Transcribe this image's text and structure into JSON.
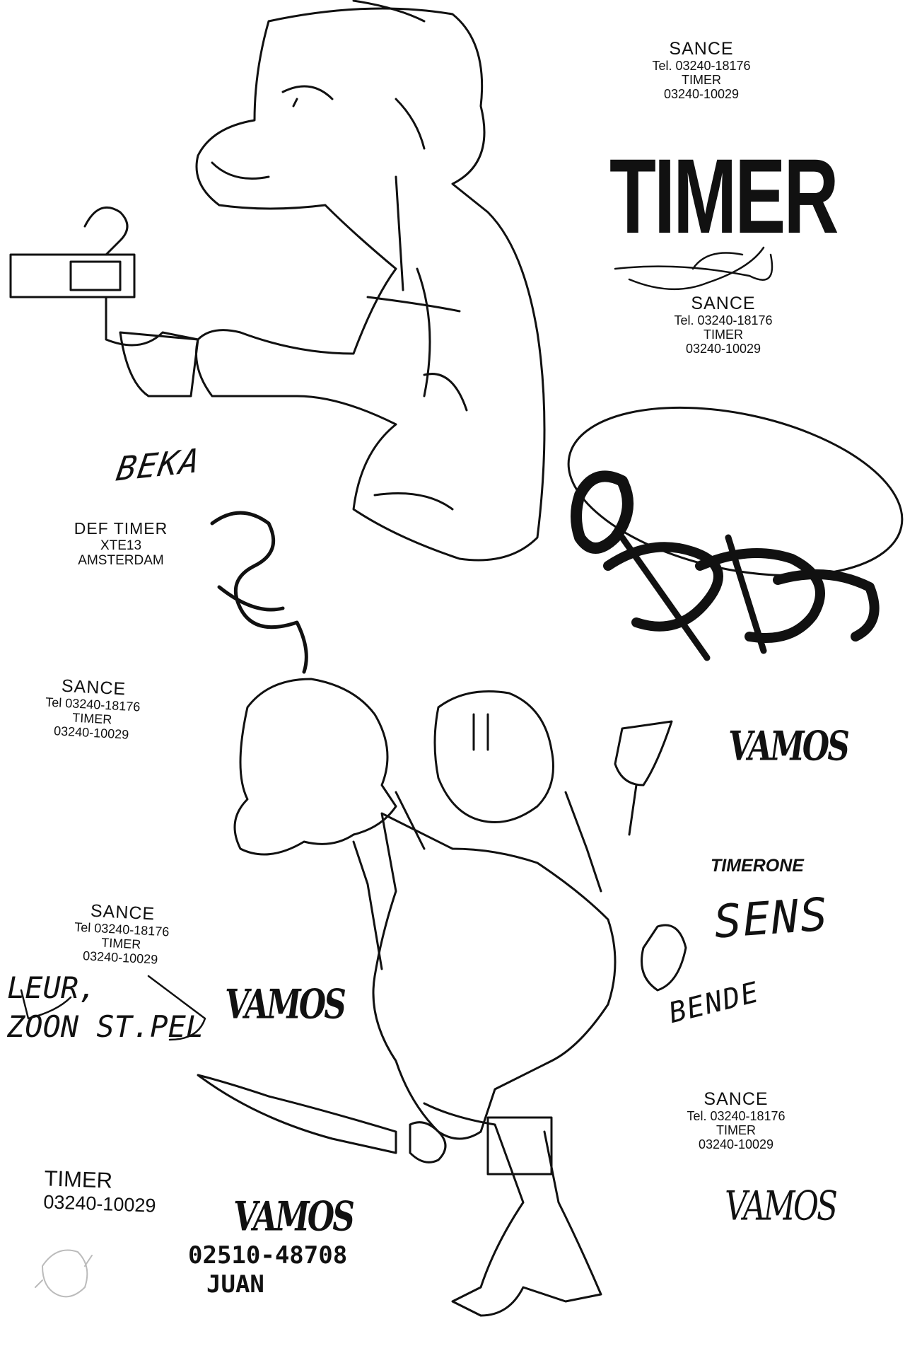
{
  "contact_blocks": [
    {
      "name": "SANCE",
      "tel": "Tel. 03240-18176",
      "alias": "TIMER",
      "phone": "03240-10029"
    },
    {
      "name": "SANCE",
      "tel": "Tel. 03240-18176",
      "alias": "TIMER",
      "phone": "03240-10029"
    },
    {
      "name": "SANCE",
      "tel": "Tel 03240-18176",
      "alias": "TIMER",
      "phone": "03240-10029"
    },
    {
      "name": "SANCE",
      "tel": "Tel 03240-18176",
      "alias": "TIMER",
      "phone": "03240-10029"
    },
    {
      "name": "SANCE",
      "tel": "Tel. 03240-18176",
      "alias": "TIMER",
      "phone": "03240-10029"
    }
  ],
  "headline": "TIMER",
  "def_timer": {
    "line1": "DEF TIMER",
    "line2": "XTE13",
    "line3": "AMSTERDAM"
  },
  "timerone": "TIMERONE",
  "timer_footer": {
    "name": "TIMER",
    "phone": "03240-10029"
  },
  "handwritten": {
    "note_line1": "LEUR,",
    "note_line2": "ZOON ST.PEL",
    "juan_phone": "02510-48708",
    "juan_name": "JUAN",
    "tags": [
      "VAMOS",
      "VAMOS",
      "VAMOS",
      "VAMOS"
    ],
    "signature_tags": [
      "TIMER",
      "BEKA",
      "SANCE",
      "SENS",
      "BENDE"
    ]
  },
  "colors": {
    "ink": "#111111",
    "paper": "#ffffff"
  }
}
